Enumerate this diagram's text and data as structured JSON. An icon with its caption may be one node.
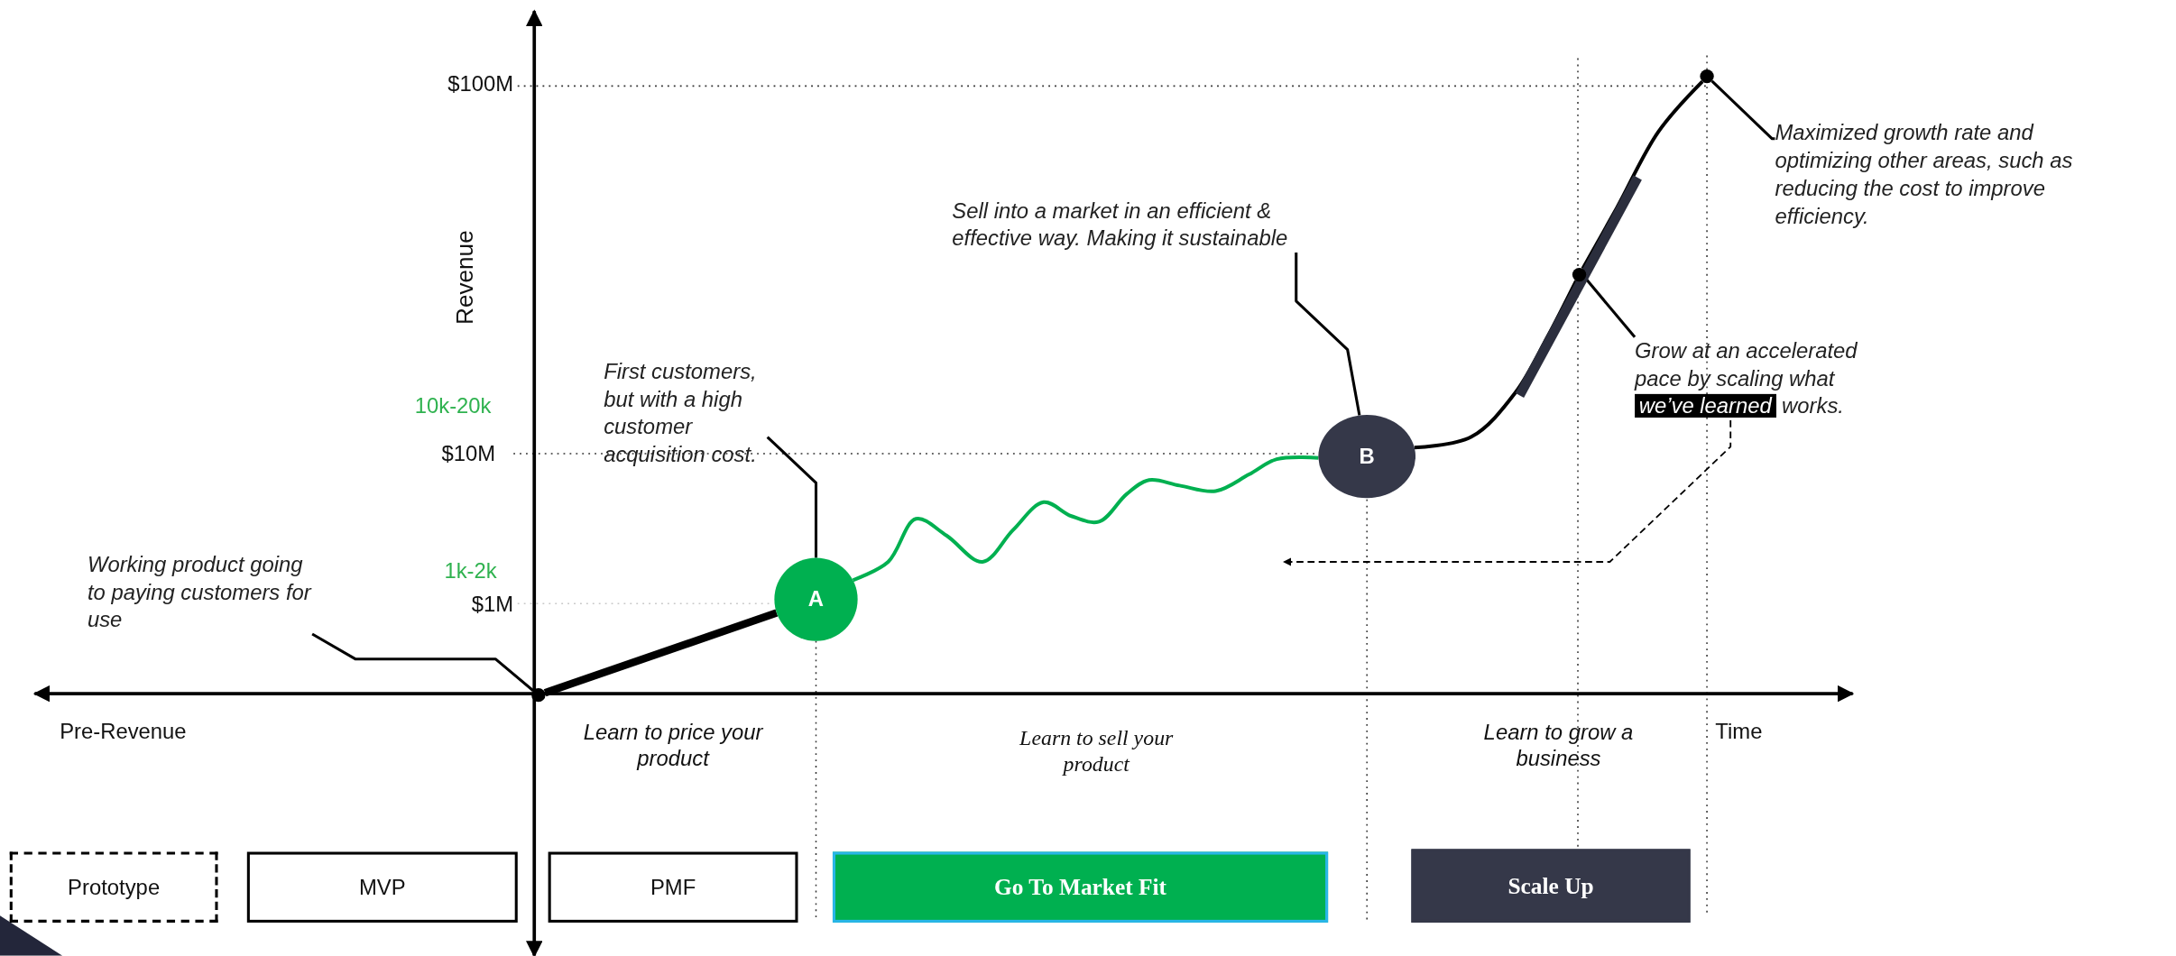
{
  "diagram": {
    "nodes": [
      {
        "text": [
          "Working product going to paying customers for use"
        ]
      },
      {
        "text": [
          "First customers, but with a high customer acquisition cost."
        ]
      },
      {
        "text": [
          "Sell into a market in an efficient & effective way. Making it sustainable"
        ]
      },
      {
        "text": [
          "Grow at an accelerated pace by scaling what **we’ve learned** works."
        ]
      },
      {
        "text": [
          "Maximized growth rate and optimizing other areas, such as reducing the cost to improve efficiency."
        ]
      },
      {
        "text": [],
        "shape": "circle"
      },
      {
        "text": [
          "A"
        ]
      },
      {
        "text": [
          "B"
        ]
      },
      {
        "text": [],
        "shape": "circle"
      },
      {
        "text": [],
        "shape": "circle"
      },
      {
        "text": [
          "Prototype"
        ]
      },
      {
        "text": [
          "MVP"
        ]
      },
      {
        "text": [
          "PMF"
        ]
      },
      {
        "text": [
          "Go To Market Fit"
        ]
      },
      {
        "text": [
          "Scale Up"
        ]
      }
    ],
    "edges": [
      {
        "from": 0,
        "to": 5,
        "arrow": "none"
      },
      {
        "from": 1,
        "to": 6,
        "arrow": "none"
      },
      {
        "from": 2,
        "to": 7,
        "arrow": "none"
      },
      {
        "from": 3,
        "to": 8,
        "arrow": "none"
      },
      {
        "from": 4,
        "to": 9,
        "arrow": "none"
      },
      {
        "from": 5,
        "to": 6,
        "arrow": "none",
        "style": "thick"
      },
      {
        "from": 6,
        "to": 7,
        "arrow": "none",
        "color": "#00b050"
      },
      {
        "from": 7,
        "to": 8,
        "arrow": "none"
      },
      {
        "from": 8,
        "to": 9,
        "arrow": "none"
      },
      {
        "from": 3,
        "to": null,
        "arrow": "to",
        "style": "dashed"
      }
    ],
    "labels": [
      "$100M",
      "Revenue",
      "10k-20k",
      "$10M",
      "1k-2k",
      "$1M",
      "Pre-Revenue",
      "Learn to price your product",
      "Learn to sell your product",
      "Learn to grow a business",
      "Time"
    ]
  }
}
